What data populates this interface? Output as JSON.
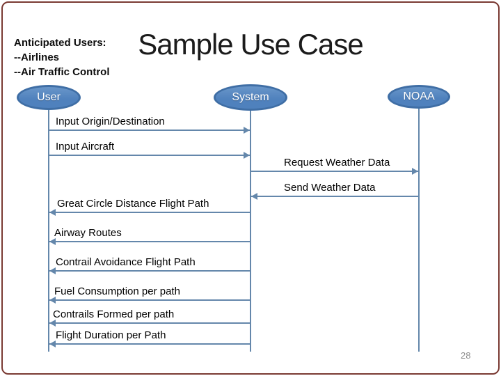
{
  "slide": {
    "title": "Sample Use Case",
    "page_number": "28",
    "annotation": {
      "lines": [
        "Anticipated Users:",
        "--Airlines",
        "--Air Traffic Control"
      ]
    }
  },
  "diagram": {
    "actors": [
      {
        "id": "user",
        "label": "User"
      },
      {
        "id": "system",
        "label": "System"
      },
      {
        "id": "noaa",
        "label": "NOAA"
      }
    ],
    "messages": [
      {
        "label": "Input Origin/Destination",
        "from": "user",
        "to": "system"
      },
      {
        "label": "Input Aircraft",
        "from": "user",
        "to": "system"
      },
      {
        "label": "Request Weather Data",
        "from": "system",
        "to": "noaa"
      },
      {
        "label": "Send Weather Data",
        "from": "noaa",
        "to": "system"
      },
      {
        "label": "Great Circle Distance Flight Path",
        "from": "system",
        "to": "user"
      },
      {
        "label": "Airway Routes",
        "from": "system",
        "to": "user"
      },
      {
        "label": "Contrail Avoidance Flight Path",
        "from": "system",
        "to": "user"
      },
      {
        "label": "Fuel Consumption per path",
        "from": "system",
        "to": "user"
      },
      {
        "label": "Contrails Formed per path",
        "from": "system",
        "to": "user"
      },
      {
        "label": "Flight Duration per Path",
        "from": "system",
        "to": "user"
      }
    ]
  },
  "colors": {
    "actor_fill": "#4f81bd",
    "actor_border": "#3f6ea5",
    "line": "#6487ab",
    "frame_border": "#7a3a33",
    "page_number": "#8c8c8c"
  }
}
